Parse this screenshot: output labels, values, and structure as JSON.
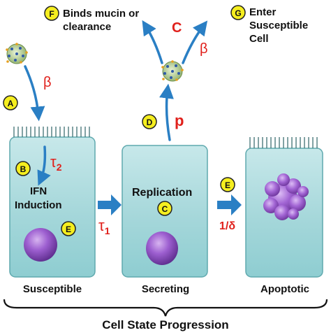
{
  "badges": {
    "a": "A",
    "b": "B",
    "c": "C",
    "d": "D",
    "e1": "E",
    "e2": "E",
    "f": "F",
    "g": "G"
  },
  "labels": {
    "binds_line1": "Binds mucin or",
    "binds_line2": "clearance",
    "enter_line1": "Enter",
    "enter_line2": "Susceptible",
    "enter_line3": "Cell",
    "ifn_line1": "IFN",
    "ifn_line2": "Induction",
    "replication": "Replication"
  },
  "params": {
    "beta_top": "β",
    "beta_right": "β",
    "c": "C",
    "p": "p",
    "tau": "τ",
    "tau2_sub": "2",
    "tau1_sub": "1",
    "inv_delta": "1/δ"
  },
  "cells": [
    {
      "name": "Susceptible"
    },
    {
      "name": "Secreting"
    },
    {
      "name": "Apoptotic"
    }
  ],
  "footer": "Cell State Progression",
  "colors": {
    "cell_fill": "#9fd3d7",
    "cell_light": "#d6eff0",
    "arrow_blue": "#2a7fc4",
    "param_red": "#e0201b",
    "badge_yellow": "#f5ee1f",
    "nucleus": "#8e4fbf"
  }
}
